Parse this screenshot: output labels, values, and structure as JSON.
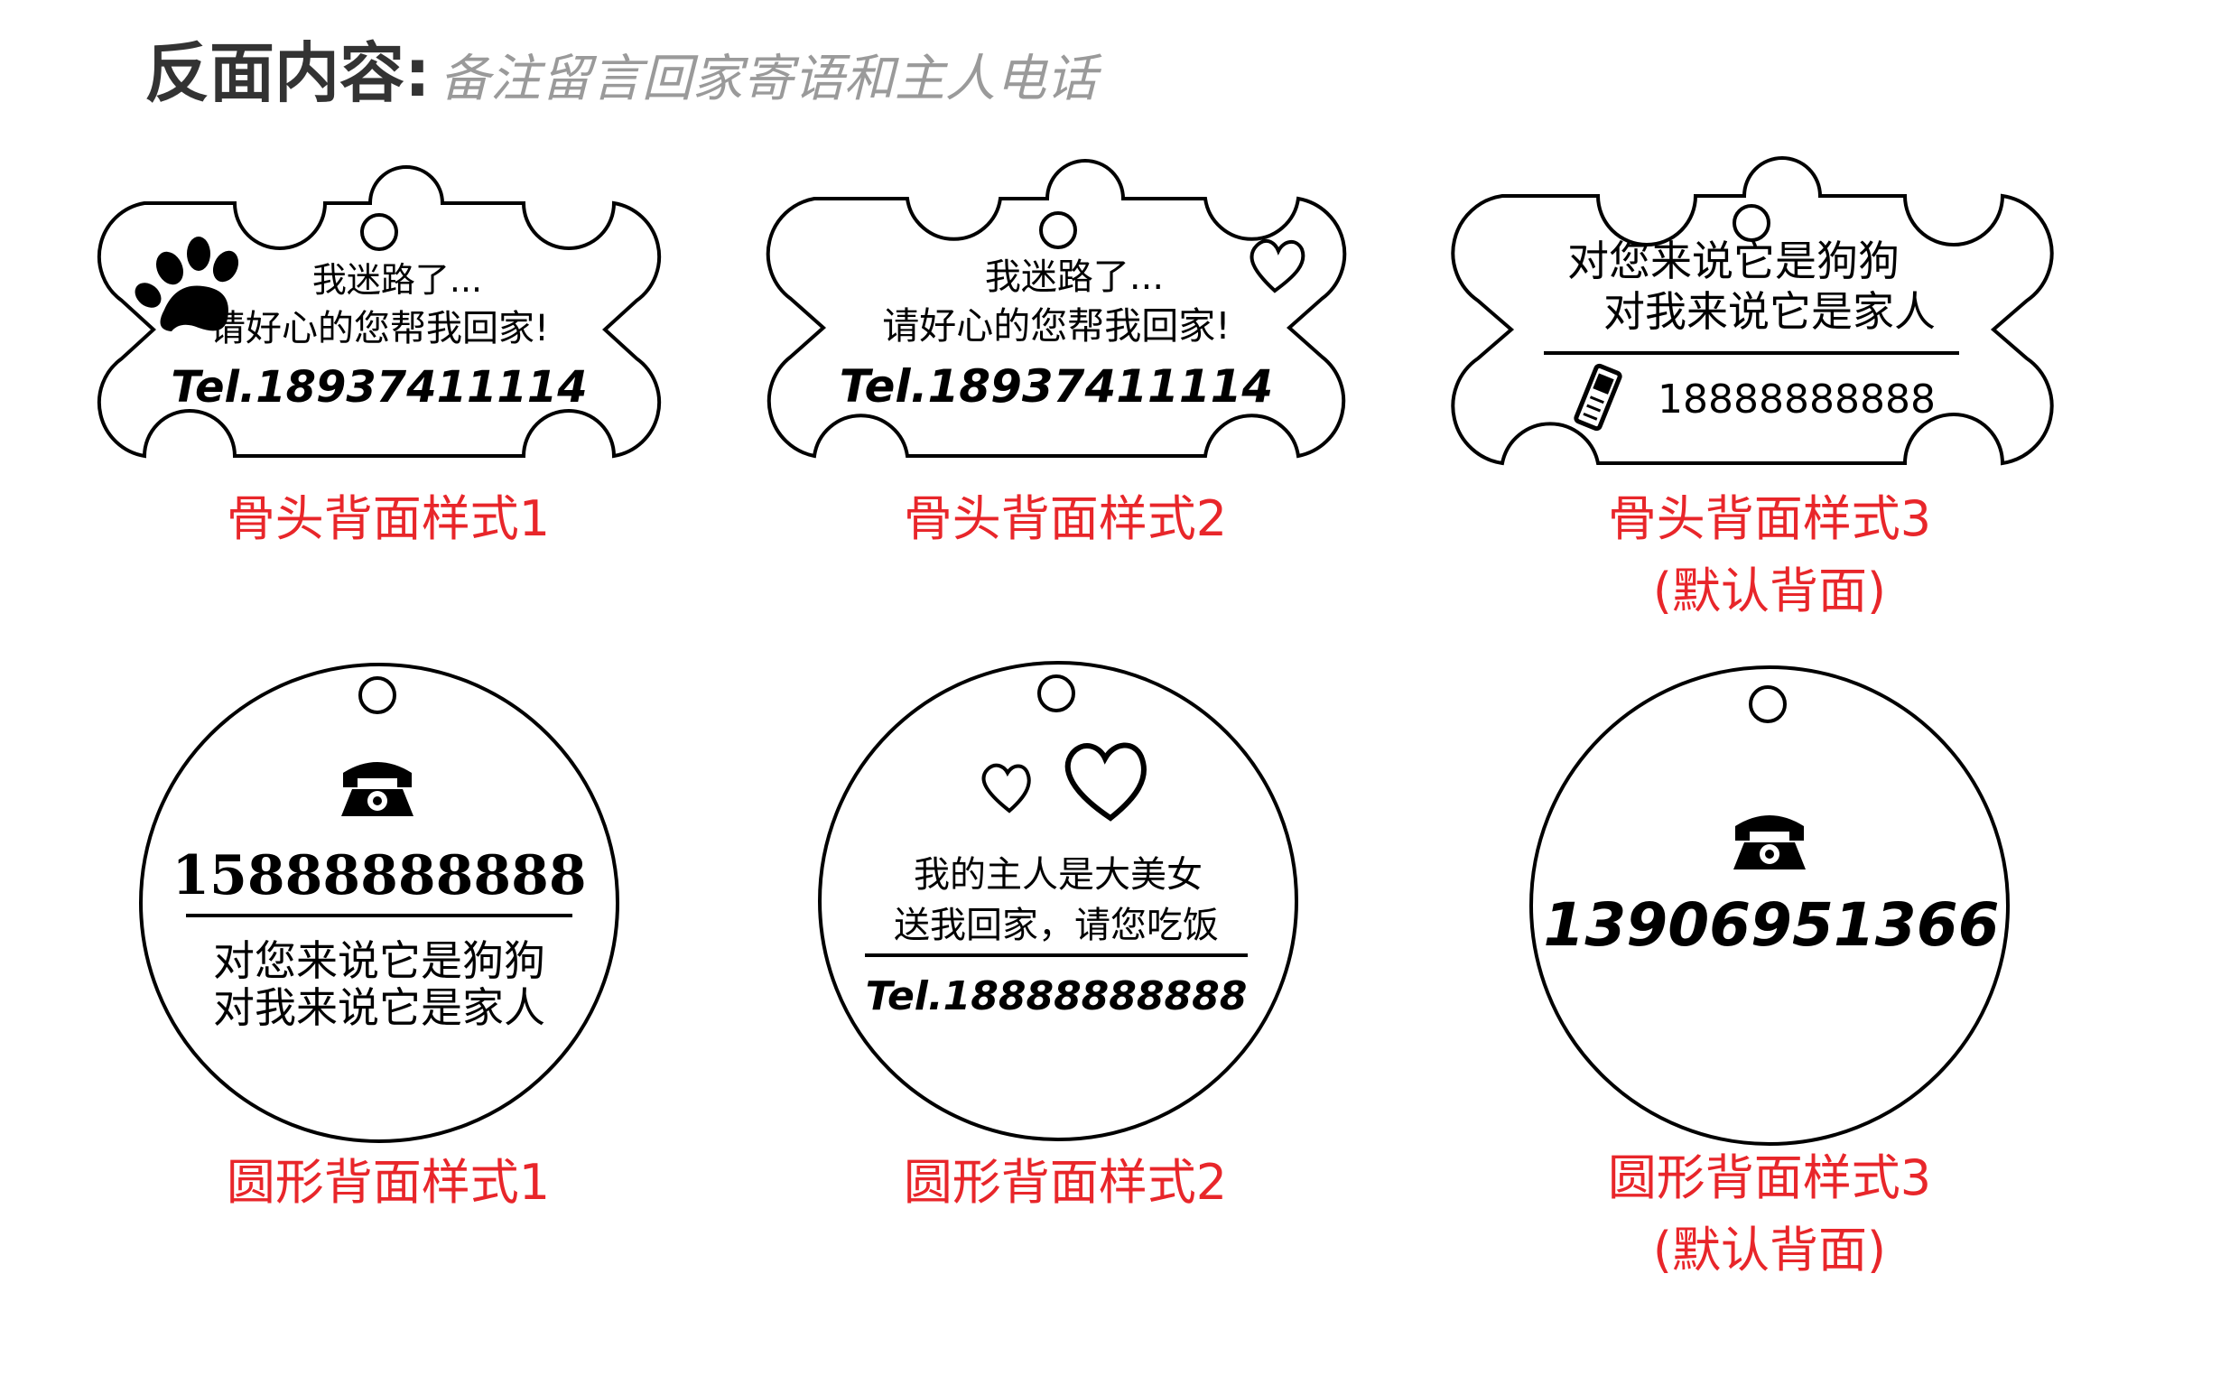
{
  "header": {
    "title": "反面内容",
    "colon": ":",
    "subtitle": "备注留言回家寄语和主人电话"
  },
  "colors": {
    "caption": "#e8262a",
    "outline": "#000000",
    "title": "#333333",
    "subtitle": "#9a9a9a"
  },
  "tags": [
    {
      "shape": "bone",
      "caption": "骨头背面样式1",
      "icon": "paw-icon",
      "line1": "我迷路了...",
      "line2": "请好心的您帮我回家!",
      "tel": "Tel.18937411114"
    },
    {
      "shape": "bone",
      "caption": "骨头背面样式2",
      "icon": "heart-icon",
      "line1": "我迷路了...",
      "line2": "请好心的您帮我回家!",
      "tel": "Tel.18937411114"
    },
    {
      "shape": "bone",
      "caption": "骨头背面样式3",
      "caption_note": "(默认背面)",
      "icon": "cellphone-icon",
      "line1": "对您来说它是狗狗",
      "line2": "对我来说它是家人",
      "tel": "18888888888"
    },
    {
      "shape": "round",
      "caption": "圆形背面样式1",
      "icon": "telephone-icon",
      "tel": "15888888888",
      "line1": "对您来说它是狗狗",
      "line2": "对我来说它是家人"
    },
    {
      "shape": "round",
      "caption": "圆形背面样式2",
      "icon": "hearts-icon",
      "line1": "我的主人是大美女",
      "line2": "送我回家，请您吃饭",
      "tel": "Tel.18888888888"
    },
    {
      "shape": "round",
      "caption": "圆形背面样式3",
      "caption_note": "(默认背面)",
      "icon": "telephone-icon",
      "tel": "13906951366"
    }
  ]
}
